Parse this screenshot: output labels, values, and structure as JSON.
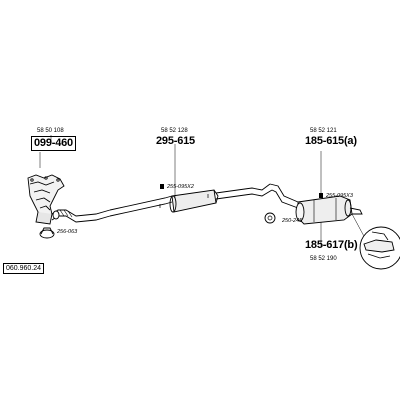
{
  "parts": {
    "manifold": {
      "oe_number": "58 50 108",
      "code": "099-460"
    },
    "middle": {
      "oe_number": "58 52 128",
      "code": "295-615"
    },
    "rear_a": {
      "oe_number": "58 52 121",
      "code": "185-615(a)"
    },
    "rear_b": {
      "oe_number": "58 52 190",
      "code": "185-617(b)"
    }
  },
  "fittings": {
    "gasket": "256-063",
    "clamp_middle": "255-095X2",
    "hanger": "250-245",
    "clamp_rear": "255-095X3"
  },
  "reference": "060.960.24"
}
